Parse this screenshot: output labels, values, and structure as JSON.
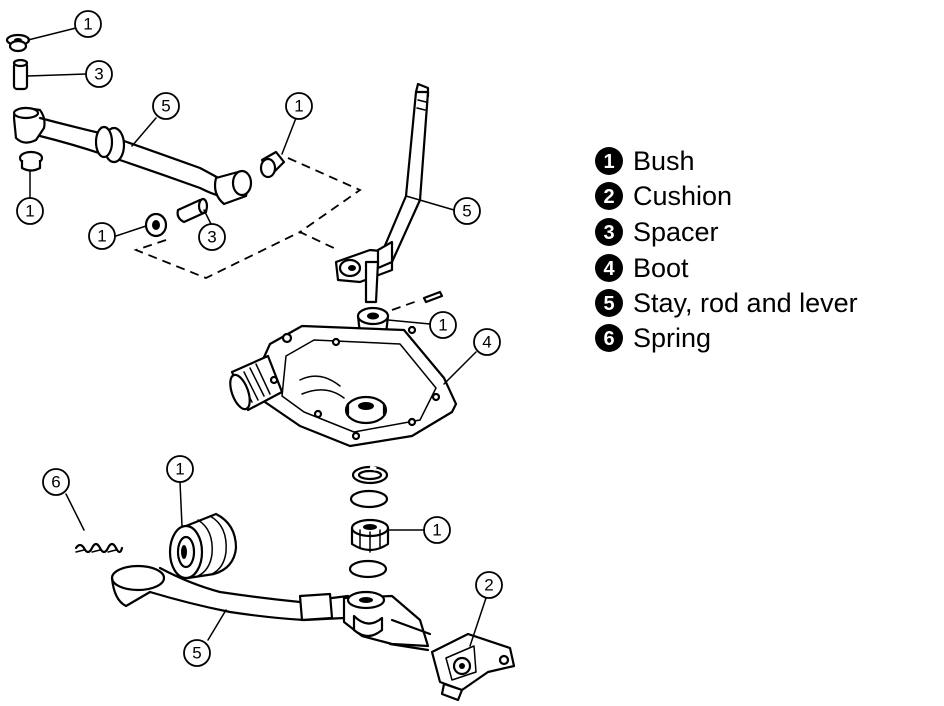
{
  "legend": {
    "items": [
      {
        "num": "1",
        "text": "Bush"
      },
      {
        "num": "2",
        "text": "Cushion"
      },
      {
        "num": "3",
        "text": "Spacer"
      },
      {
        "num": "4",
        "text": "Boot"
      },
      {
        "num": "5",
        "text": "Stay, rod and lever"
      },
      {
        "num": "6",
        "text": "Spring"
      }
    ]
  },
  "callouts": {
    "c1": "1",
    "c2": "3",
    "c3": "1",
    "c4": "5",
    "c5": "1",
    "c6": "1",
    "c7": "3",
    "c8": "5",
    "c9": "1",
    "c10": "4",
    "c11": "6",
    "c12": "1",
    "c13": "1",
    "c14": "2",
    "c15": "5"
  }
}
